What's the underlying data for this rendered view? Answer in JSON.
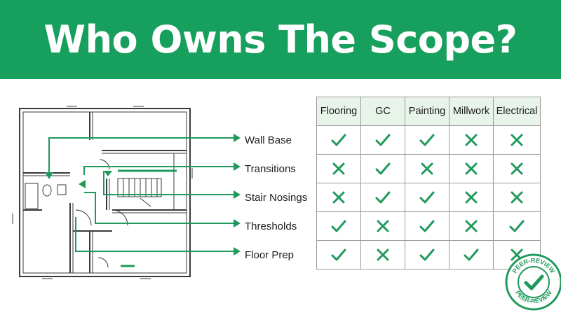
{
  "title": "Who Owns The Scope?",
  "colors": {
    "brand": "#17a05d",
    "mark": "#1f9a5c",
    "header_fill": "#e8f3ea",
    "arrow": "#1f9a5c"
  },
  "columns": [
    "Flooring",
    "GC",
    "Painting",
    "Millwork",
    "Electrical"
  ],
  "rows": [
    {
      "label": "Wall Base",
      "marks": [
        "check",
        "check",
        "check",
        "cross",
        "cross"
      ]
    },
    {
      "label": "Transitions",
      "marks": [
        "cross",
        "check",
        "cross",
        "cross",
        "cross"
      ]
    },
    {
      "label": "Stair Nosings",
      "marks": [
        "cross",
        "check",
        "check",
        "cross",
        "cross"
      ]
    },
    {
      "label": "Thresholds",
      "marks": [
        "check",
        "cross",
        "check",
        "cross",
        "check"
      ]
    },
    {
      "label": "Floor Prep",
      "marks": [
        "check",
        "cross",
        "check",
        "check",
        "cross"
      ]
    }
  ],
  "badge": {
    "top_text": "PEER-REVIEW",
    "bottom_text": "PEER-REVIEW",
    "icon": "check-icon"
  }
}
